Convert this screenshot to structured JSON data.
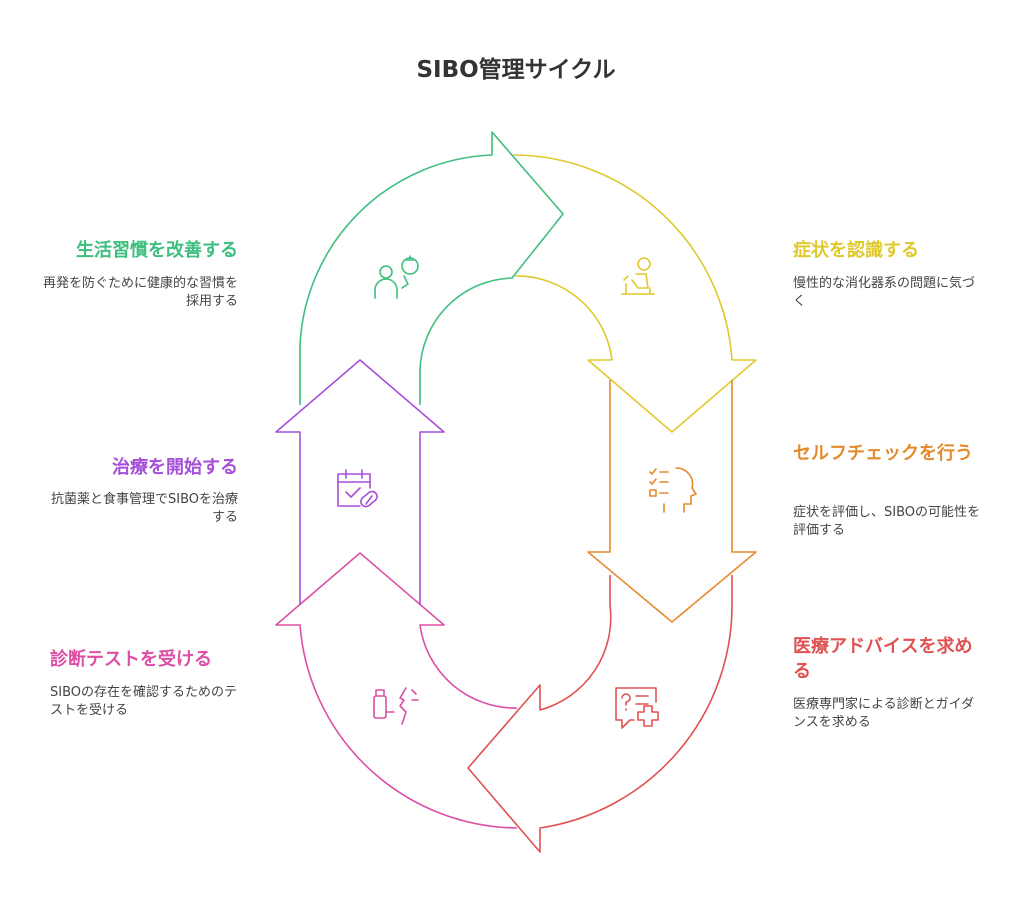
{
  "title": "SIBO管理サイクル",
  "colors": {
    "green": "#3fbf7f",
    "yellow": "#e0c92c",
    "orange": "#e38a2c",
    "red": "#e05252",
    "pink": "#dd4fa4",
    "purple": "#a64fd8"
  },
  "steps": [
    {
      "title": "症状を認識する",
      "desc": "慢性的な消化器系の問題に気づく",
      "icon": "person-sitting-icon"
    },
    {
      "title": "セルフチェックを行う",
      "desc": "症状を評価し、SIBOの可能性を評価する",
      "icon": "checklist-head-icon"
    },
    {
      "title": "医療アドバイスを求める",
      "desc": "医療専門家による診断とガイダンスを求める",
      "icon": "medical-chat-icon"
    },
    {
      "title": "診断テストを受ける",
      "desc": "SIBOの存在を確認するためのテストを受ける",
      "icon": "breath-test-icon"
    },
    {
      "title": "治療を開始する",
      "desc": "抗菌薬と食事管理でSIBOを治療する",
      "icon": "calendar-pill-icon"
    },
    {
      "title": "生活習慣を改善する",
      "desc": "再発を防ぐために健康的な習慣を採用する",
      "icon": "healthy-person-icon"
    }
  ]
}
